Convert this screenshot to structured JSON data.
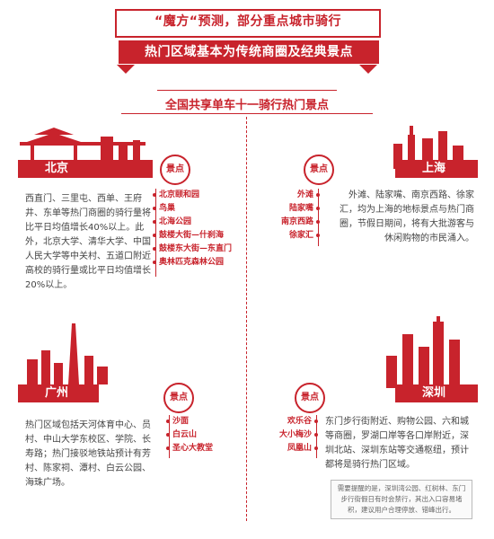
{
  "header": {
    "line1": "“魔方“预测，部分重点城市骑行",
    "line2": "热门区域基本为传统商圈及经典景点",
    "subtitle": "全国共享单车十一骑行热门景点"
  },
  "badge_label": "景点",
  "colors": {
    "accent": "#c8232c"
  },
  "cities": {
    "beijing": {
      "name": "北京",
      "desc": "西直门、三里屯、西单、王府井、东单等热门商圈的骑行量将比平日均值增长40%以上。此外，北京大学、清华大学、中国人民大学等中关村、五道口附近高校的骑行量或比平日均值增长20%以上。",
      "spots": [
        "北京颐和园",
        "鸟巢",
        "北海公园",
        "鼓楼大街—什刹海",
        "鼓楼东大街—东直门",
        "奥林匹克森林公园"
      ]
    },
    "shanghai": {
      "name": "上海",
      "desc": "外滩、陆家嘴、南京西路、徐家汇，均为上海的地标景点与热门商圈，节假日期间，将有大批游客与休闲购物的市民涌入。",
      "spots": [
        "外滩",
        "陆家嘴",
        "南京西路",
        "徐家汇"
      ]
    },
    "guangzhou": {
      "name": "广州",
      "desc": "热门区域包括天河体育中心、员村、中山大学东校区、学院、长寿路；热门接驳地铁站预计有芳村、陈家祠、潭村、白云公园、海珠广场。",
      "spots": [
        "沙面",
        "白云山",
        "圣心大教堂"
      ]
    },
    "shenzhen": {
      "name": "深圳",
      "desc": "东门步行街附近、购物公园、六和城等商圈，罗湖口岸等各口岸附近，深圳北站、深圳东站等交通枢纽，预计都将是骑行热门区域。",
      "spots": [
        "欢乐谷",
        "大小梅沙",
        "凤凰山"
      ]
    }
  },
  "note": "需要提醒的是，深圳湾公园、红树林、东门步行街假日有时会禁行，其出入口容易堵积，建议用户合理停放、错峰出行。"
}
